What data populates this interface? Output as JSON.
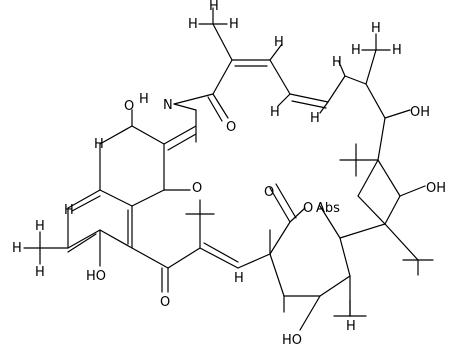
{
  "structure": {
    "atoms": {
      "h_top_methyl": "H",
      "h_top_methyl_left": "H",
      "h_top_methyl_right": "H",
      "h_top_left": "H",
      "h_diene_1": "H",
      "h_diene_2": "H",
      "h_diene_3": "H",
      "h_methyl_right_1": "H",
      "h_methyl_right_2": "H",
      "h_methyl_right_3": "H",
      "nh_amide": "H",
      "n_amide": "N",
      "o_amide": "O",
      "o_quinone_top": "O",
      "o_quinone_mid": "O",
      "oh_right_1": "OH",
      "oh_right_2": "OH",
      "h_quinone_ring": "H",
      "h_aromatic": "H",
      "o_lactone_carbonyl": "O",
      "o_lactone_ring": "O",
      "abs_label": "Abs",
      "h_methyl_left_1": "H",
      "h_methyl_left_2": "H",
      "h_methyl_left_3": "H",
      "ho_phenol": "HO",
      "o_ketone": "O",
      "h_vinyl": "H",
      "ho_bottom": "HO",
      "h_ring_bottom": "H"
    }
  }
}
